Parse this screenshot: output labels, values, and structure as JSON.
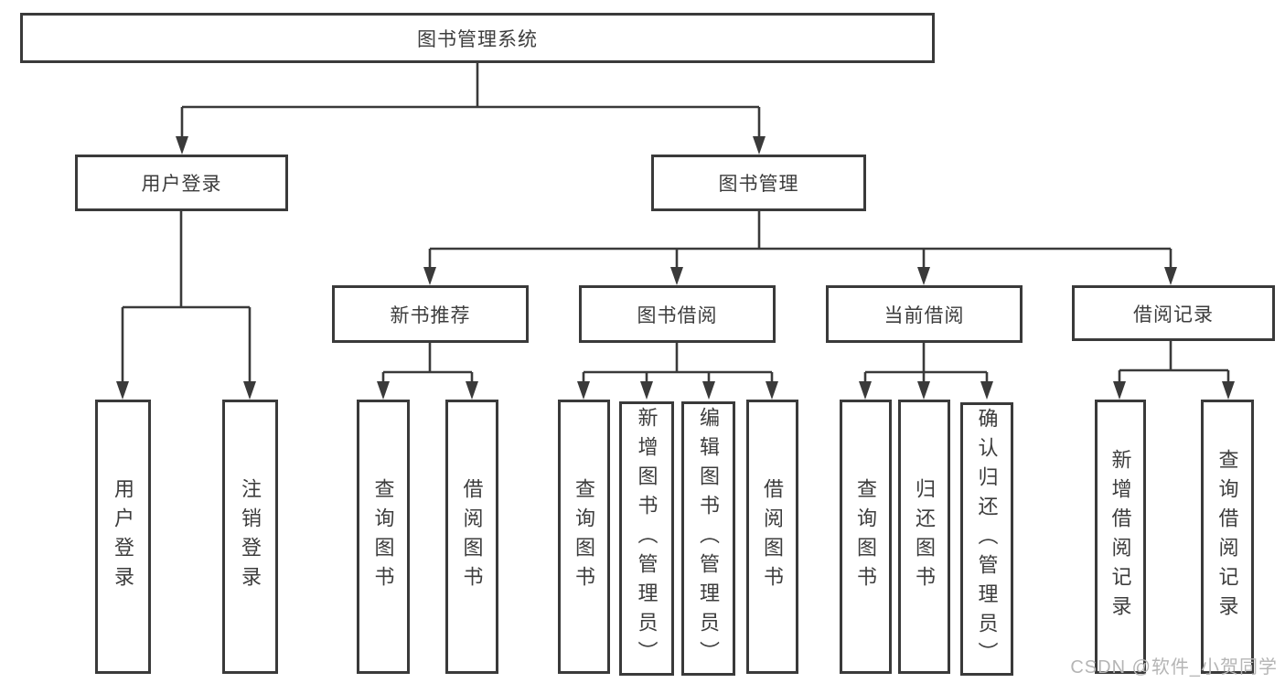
{
  "colors": {
    "line": "#3a3a3a",
    "text": "#3d3d3d",
    "watermark": "#b5b5b5",
    "background": "#ffffff"
  },
  "nodes": {
    "root": "图书管理系统",
    "user_login": "用户登录",
    "book_mgmt": "图书管理",
    "new_book_rec": "新书推荐",
    "book_borrow": "图书借阅",
    "current_borrow": "当前借阅",
    "borrow_records": "借阅记录",
    "ul_user_login": "用户登录",
    "ul_logout": "注销登录",
    "rec_query_books": "查询图书",
    "rec_borrow_books": "借阅图书",
    "bb_query_books": "查询图书",
    "bb_add_books": "新增图书（管理员）",
    "bb_edit_books": "编辑图书（管理员）",
    "bb_borrow_books": "借阅图书",
    "cb_query_books": "查询图书",
    "cb_return_books": "归还图书",
    "cb_confirm_return": "确认归还（管理员）",
    "br_add_record": "新增借阅记录",
    "br_query_record": "查询借阅记录"
  },
  "watermark": "CSDN @软件_小贺同学"
}
